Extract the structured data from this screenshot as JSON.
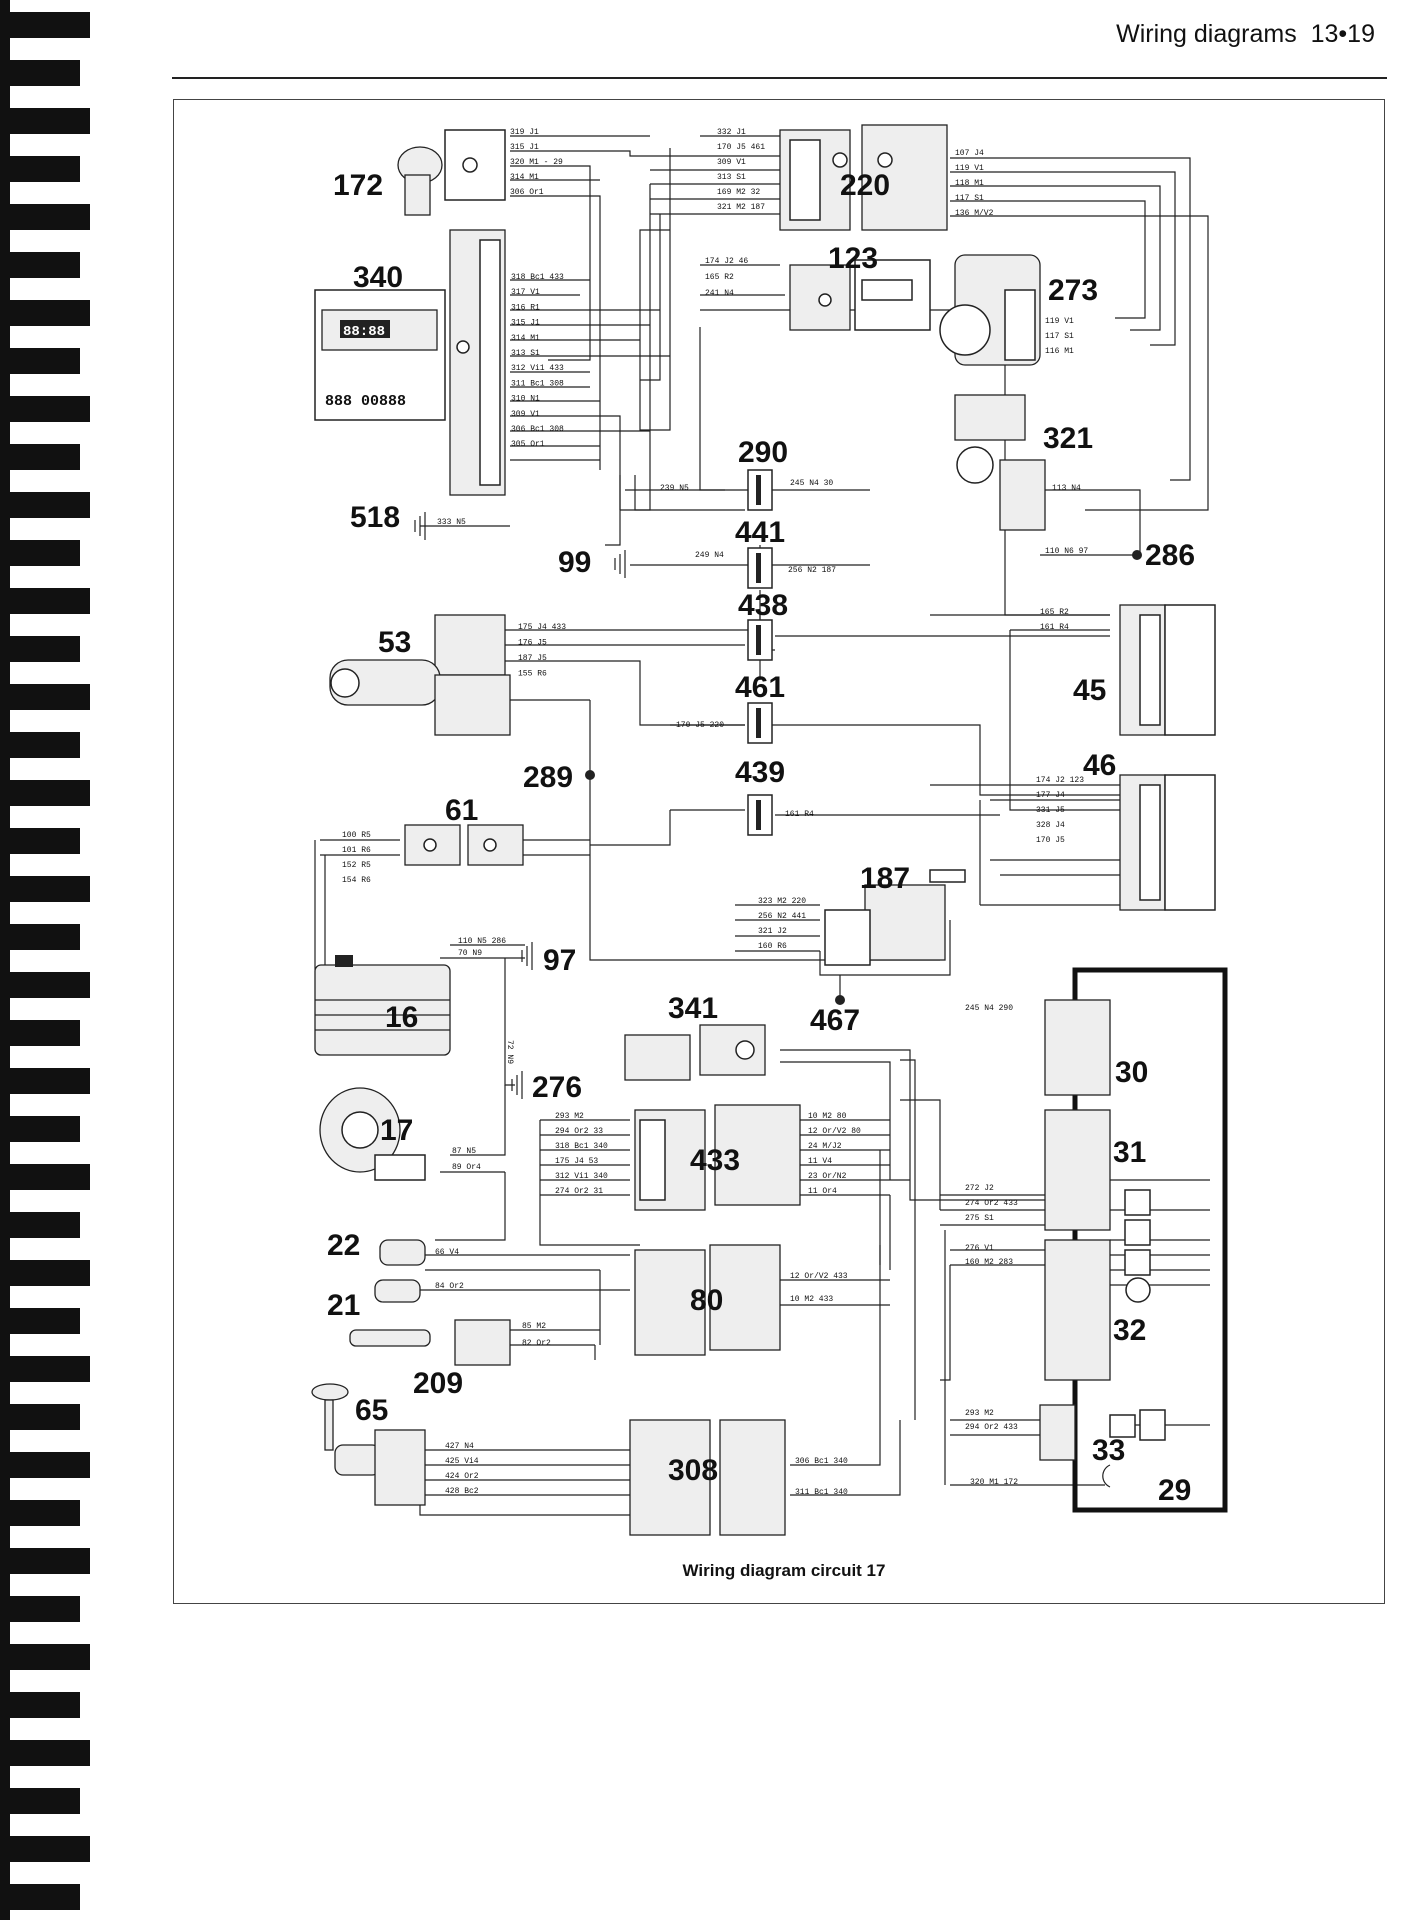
{
  "header": {
    "title": "Wiring diagrams",
    "page": "13•19"
  },
  "caption": "Wiring diagram circuit 17",
  "components": [
    {
      "id": "c172",
      "label": "172"
    },
    {
      "id": "c220",
      "label": "220"
    },
    {
      "id": "c123",
      "label": "123"
    },
    {
      "id": "c273",
      "label": "273"
    },
    {
      "id": "c340",
      "label": "340"
    },
    {
      "id": "c321",
      "label": "321"
    },
    {
      "id": "c518",
      "label": "518"
    },
    {
      "id": "c290",
      "label": "290"
    },
    {
      "id": "c441",
      "label": "441"
    },
    {
      "id": "c99",
      "label": "99"
    },
    {
      "id": "c286",
      "label": "286"
    },
    {
      "id": "c438",
      "label": "438"
    },
    {
      "id": "c53",
      "label": "53"
    },
    {
      "id": "c45",
      "label": "45"
    },
    {
      "id": "c461",
      "label": "461"
    },
    {
      "id": "c46",
      "label": "46"
    },
    {
      "id": "c289",
      "label": "289"
    },
    {
      "id": "c439",
      "label": "439"
    },
    {
      "id": "c61",
      "label": "61"
    },
    {
      "id": "c187",
      "label": "187"
    },
    {
      "id": "c97",
      "label": "97"
    },
    {
      "id": "c16",
      "label": "16"
    },
    {
      "id": "c467",
      "label": "467"
    },
    {
      "id": "c341",
      "label": "341"
    },
    {
      "id": "c30",
      "label": "30"
    },
    {
      "id": "c276",
      "label": "276"
    },
    {
      "id": "c17",
      "label": "17"
    },
    {
      "id": "c433",
      "label": "433"
    },
    {
      "id": "c31",
      "label": "31"
    },
    {
      "id": "c22",
      "label": "22"
    },
    {
      "id": "c21",
      "label": "21"
    },
    {
      "id": "c80",
      "label": "80"
    },
    {
      "id": "c32",
      "label": "32"
    },
    {
      "id": "c209",
      "label": "209"
    },
    {
      "id": "c65",
      "label": "65"
    },
    {
      "id": "c308",
      "label": "308"
    },
    {
      "id": "c33",
      "label": "33"
    },
    {
      "id": "c29",
      "label": "29"
    }
  ],
  "wire_labels": {
    "w172": [
      "319 J1",
      "315 J1",
      "320 M1 - 29",
      "314 M1",
      "306 Or1"
    ],
    "w220l": [
      "332 J1",
      "170 J5 461",
      "309 V1",
      "313 S1",
      "169 M2 32",
      "321 M2 187"
    ],
    "w220r": [
      "107 J4",
      "119 V1",
      "118 M1",
      "117 S1",
      "136 M/V2"
    ],
    "w340": [
      "318 Bc1 433",
      "317 V1",
      "316 R1",
      "315 J1",
      "314 M1",
      "313 S1",
      "312 Vi1 433",
      "311 Bc1 308",
      "310 N1",
      "309 V1",
      "306 Bc1 308",
      "305 Or1"
    ],
    "w123": [
      "174 J2 46",
      "165 R2",
      "241 N4"
    ],
    "w273": [
      "119 V1",
      "117 S1",
      "116 M1"
    ],
    "w518": [
      "333 N5"
    ],
    "w290": [
      "239 N5",
      "245 N4 30"
    ],
    "w441": [
      "249 N4",
      "256 N2 187"
    ],
    "w321": [
      "113 N4",
      "110 N6 97"
    ],
    "w53": [
      "175 J4 433",
      "176 J5",
      "187 J5",
      "155 R6"
    ],
    "w461": [
      "170 J5 220"
    ],
    "w45": [
      "165 R2",
      "161 R4"
    ],
    "w46": [
      "174 J2 123",
      "177 J4",
      "331 J5",
      "328 J4",
      "170 J5"
    ],
    "w439": [
      "161 R4"
    ],
    "w61": [
      "100 R5",
      "101 R6",
      "152 R5",
      "154 R6"
    ],
    "w187": [
      "323 M2 220",
      "256 N2 441",
      "321 J2",
      "160 R6"
    ],
    "w16": [
      "110 N5 286",
      "70 N9",
      "72 N9"
    ],
    "w30": [
      "245 N4 290"
    ],
    "w17": [
      "87 N5",
      "89 Or4"
    ],
    "w433l": [
      "293 M2",
      "294 Or2 33",
      "318 Bc1 340",
      "175 J4 53",
      "312 Vi1 340",
      "274 Or2 31"
    ],
    "w433r": [
      "10 M2 80",
      "12 Or/V2 80",
      "24 M/J2",
      "11 V4",
      "23 Or/N2",
      "11 Or4"
    ],
    "w31": [
      "272 J2",
      "274 Or2 433",
      "275 S1"
    ],
    "w22": [
      "66 V4"
    ],
    "w21": [
      "84 Or2"
    ],
    "w209": [
      "85 M2",
      "82 Or2"
    ],
    "w80": [
      "12 Or/V2 433",
      "10 M2 433"
    ],
    "w32": [
      "276 V1",
      "160 M2 283"
    ],
    "w65": [
      "427 N4",
      "425 Vi4",
      "424 Or2",
      "428 Bc2"
    ],
    "w308": [
      "306 Bc1 340",
      "311 Bc1 340"
    ],
    "w33": [
      "293 M2",
      "294 Or2 433"
    ],
    "w29": [
      "320 M1 172"
    ]
  },
  "display_340": {
    "clock": "88:88",
    "odo": "888 00888"
  }
}
